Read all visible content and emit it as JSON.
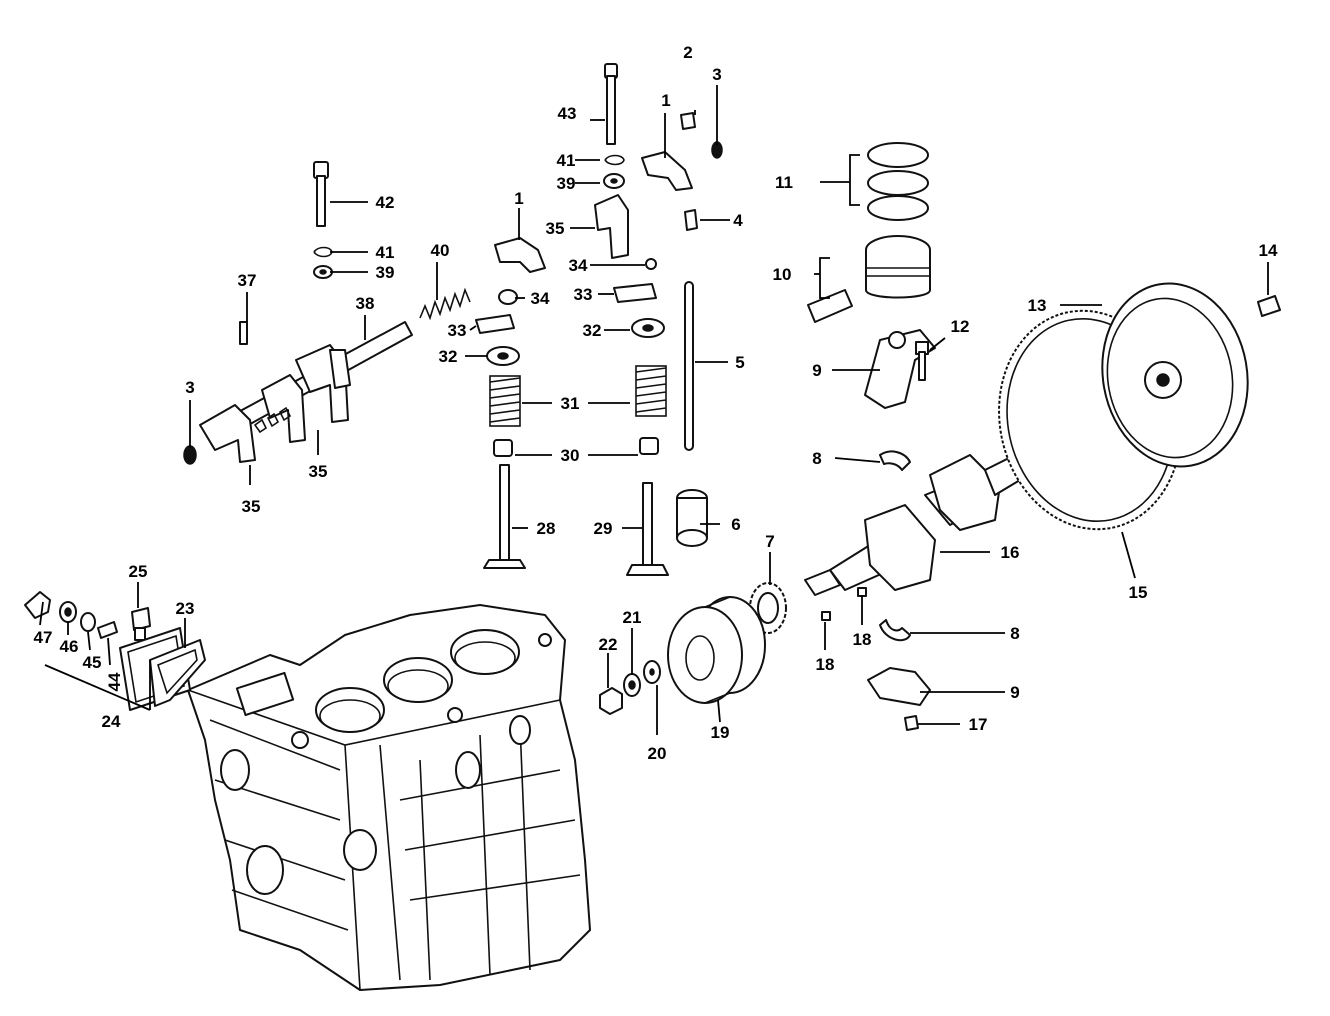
{
  "diagram": {
    "colors": {
      "ink": "#111111",
      "paper": "#ffffff"
    },
    "labels": [
      {
        "id": "l1a",
        "text": "1"
      },
      {
        "id": "l1b",
        "text": "1"
      },
      {
        "id": "l2",
        "text": "2"
      },
      {
        "id": "l3a",
        "text": "3"
      },
      {
        "id": "l3b",
        "text": "3"
      },
      {
        "id": "l4",
        "text": "4"
      },
      {
        "id": "l5",
        "text": "5"
      },
      {
        "id": "l6",
        "text": "6"
      },
      {
        "id": "l7",
        "text": "7"
      },
      {
        "id": "l8a",
        "text": "8"
      },
      {
        "id": "l8b",
        "text": "8"
      },
      {
        "id": "l9a",
        "text": "9"
      },
      {
        "id": "l9b",
        "text": "9"
      },
      {
        "id": "l10",
        "text": "10"
      },
      {
        "id": "l11",
        "text": "11"
      },
      {
        "id": "l12",
        "text": "12"
      },
      {
        "id": "l13",
        "text": "13"
      },
      {
        "id": "l14",
        "text": "14"
      },
      {
        "id": "l15",
        "text": "15"
      },
      {
        "id": "l16",
        "text": "16"
      },
      {
        "id": "l17",
        "text": "17"
      },
      {
        "id": "l18a",
        "text": "18"
      },
      {
        "id": "l18b",
        "text": "18"
      },
      {
        "id": "l19",
        "text": "19"
      },
      {
        "id": "l20",
        "text": "20"
      },
      {
        "id": "l21",
        "text": "21"
      },
      {
        "id": "l22",
        "text": "22"
      },
      {
        "id": "l23",
        "text": "23"
      },
      {
        "id": "l24",
        "text": "24"
      },
      {
        "id": "l25",
        "text": "25"
      },
      {
        "id": "l28",
        "text": "28"
      },
      {
        "id": "l29",
        "text": "29"
      },
      {
        "id": "l30",
        "text": "30"
      },
      {
        "id": "l31",
        "text": "31"
      },
      {
        "id": "l32a",
        "text": "32"
      },
      {
        "id": "l32b",
        "text": "32"
      },
      {
        "id": "l33a",
        "text": "33"
      },
      {
        "id": "l33b",
        "text": "33"
      },
      {
        "id": "l34a",
        "text": "34"
      },
      {
        "id": "l34b",
        "text": "34"
      },
      {
        "id": "l35a",
        "text": "35"
      },
      {
        "id": "l35b",
        "text": "35"
      },
      {
        "id": "l35c",
        "text": "35"
      },
      {
        "id": "l37",
        "text": "37"
      },
      {
        "id": "l38",
        "text": "38"
      },
      {
        "id": "l39a",
        "text": "39"
      },
      {
        "id": "l39b",
        "text": "39"
      },
      {
        "id": "l40",
        "text": "40"
      },
      {
        "id": "l41a",
        "text": "41"
      },
      {
        "id": "l41b",
        "text": "41"
      },
      {
        "id": "l42",
        "text": "42"
      },
      {
        "id": "l43",
        "text": "43"
      },
      {
        "id": "l44",
        "text": "44"
      },
      {
        "id": "l45",
        "text": "45"
      },
      {
        "id": "l46",
        "text": "46"
      },
      {
        "id": "l47",
        "text": "47"
      }
    ]
  }
}
